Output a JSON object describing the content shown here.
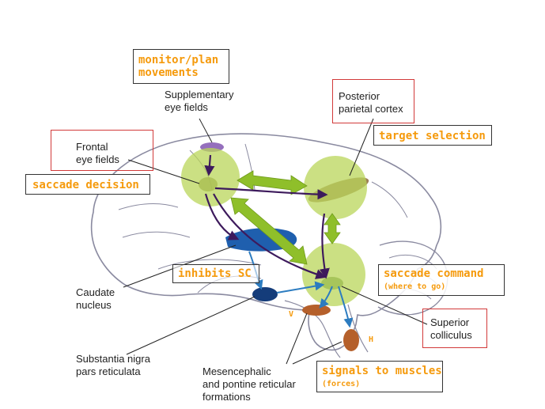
{
  "labels": {
    "supplementary_eye_fields": "Supplementary\neye fields",
    "posterior_parietal_cortex": "Posterior\nparietal cortex",
    "frontal_eye_fields": "Frontal\neye fields",
    "caudate_nucleus": "Caudate\nnucleus",
    "substantia_nigra": "Substantia nigra\npars reticulata",
    "mesencephalic": "Mesencephalic\nand pontine reticular\nformations",
    "superior_colliculus": "Superior\ncolliculus",
    "v_marker": "V",
    "h_marker": "H"
  },
  "annotations": {
    "monitor_plan": "monitor/plan\nmovements",
    "target_selection": "target selection",
    "saccade_decision": "saccade decision",
    "inhibits_sc": "inhibits SC",
    "saccade_command": "saccade command",
    "where_to_go": "(where to go)",
    "signals_to_muscles": "signals to muscles",
    "forces": "(forces)"
  },
  "colors": {
    "brain_fill": "#ffffff",
    "brain_stroke": "#8a8aa0",
    "highlight_green": "#b9d65a",
    "arrow_green": "#8fbf2a",
    "arrow_dark": "#3d1a5c",
    "arrow_blue": "#2c7cc0",
    "caudate_blue": "#1f5fae",
    "nigra_blue": "#143c7a",
    "sef_purple": "#8a5fb6",
    "ppc_brown": "#8c6a3a",
    "reticular_orange": "#b5602b",
    "annotation_orange": "#f59a0c",
    "red_box": "#d23a3a"
  }
}
